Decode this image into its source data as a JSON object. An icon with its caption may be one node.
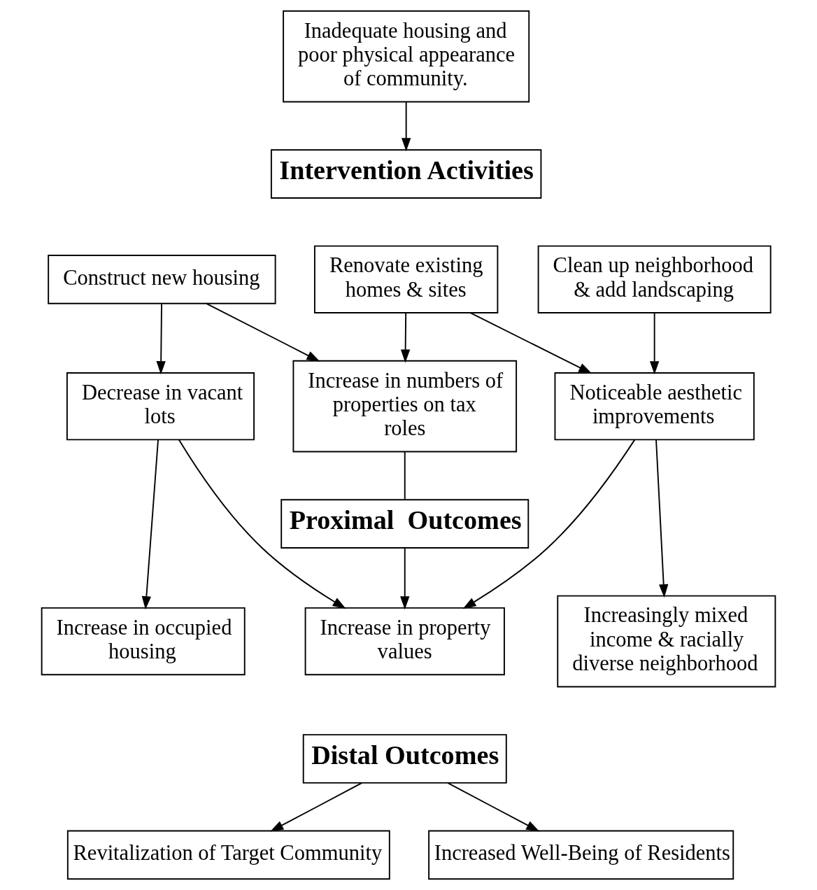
{
  "diagram": {
    "nodes": [
      {
        "text": [
          "Inadequate housing and poor physical appearance of community."
        ]
      },
      {
        "text": [
          "Intervention Activities"
        ]
      },
      {
        "text": [
          "Construct new housing"
        ]
      },
      {
        "text": [
          "Renovate existing homes & sites"
        ]
      },
      {
        "text": [
          "Clean up neighborhood & add landscaping"
        ]
      },
      {
        "text": [
          "Decrease in vacant lots"
        ]
      },
      {
        "text": [
          "Increase in numbers of properties on tax roles"
        ]
      },
      {
        "text": [
          "Noticeable aesthetic improvements"
        ]
      },
      {
        "text": [
          "Proximal  Outcomes"
        ]
      },
      {
        "text": [
          "Increase in occupied housing"
        ]
      },
      {
        "text": [
          "Increase in property values"
        ]
      },
      {
        "text": [
          "Increasingly mixed income & racially diverse neighborhood"
        ]
      },
      {
        "text": [
          "Distal Outcomes"
        ]
      },
      {
        "text": [
          "Revitalization of Target Community"
        ]
      },
      {
        "text": [
          "Increased Well-Being of Residents"
        ]
      }
    ],
    "edges": [
      {
        "from": 0,
        "to": 1,
        "arrow": "to"
      },
      {
        "from": 2,
        "to": 5,
        "arrow": "to"
      },
      {
        "from": 2,
        "to": 6,
        "arrow": "to"
      },
      {
        "from": 3,
        "to": 6,
        "arrow": "to"
      },
      {
        "from": 3,
        "to": 7,
        "arrow": "to"
      },
      {
        "from": 4,
        "to": 7,
        "arrow": "to"
      },
      {
        "from": 5,
        "to": 9,
        "arrow": "to"
      },
      {
        "from": 5,
        "to": 10,
        "arrow": "to"
      },
      {
        "from": 6,
        "to": 8,
        "arrow": "none"
      },
      {
        "from": 8,
        "to": 10,
        "arrow": "to"
      },
      {
        "from": 7,
        "to": 10,
        "arrow": "to"
      },
      {
        "from": 7,
        "to": 11,
        "arrow": "to"
      },
      {
        "from": 12,
        "to": 13,
        "arrow": "to"
      },
      {
        "from": 12,
        "to": 14,
        "arrow": "to"
      }
    ]
  }
}
